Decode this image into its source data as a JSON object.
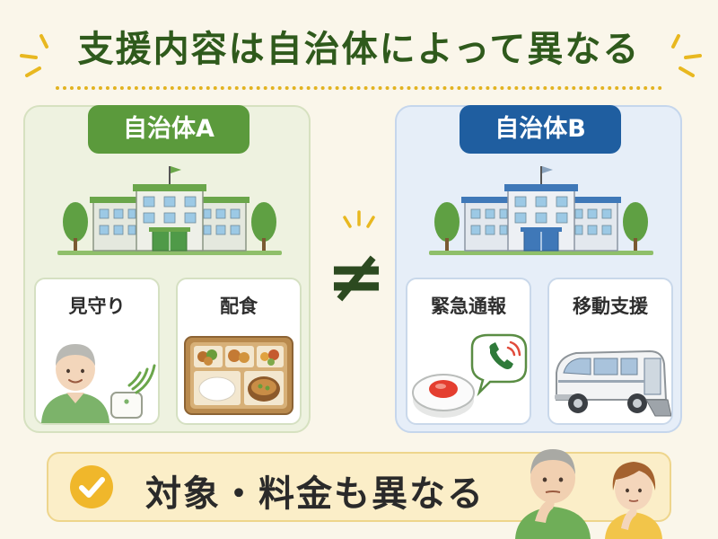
{
  "title": "支援内容は自治体によって異なる",
  "left": {
    "label": "自治体A",
    "color": "#5b9a3c",
    "services": [
      {
        "label": "見守り",
        "icon": "elderly-person-with-sensor-icon"
      },
      {
        "label": "配食",
        "icon": "meal-tray-icon"
      }
    ]
  },
  "right": {
    "label": "自治体B",
    "color": "#1f5ea0",
    "services": [
      {
        "label": "緊急通報",
        "icon": "emergency-call-button-icon"
      },
      {
        "label": "移動支援",
        "icon": "wheelchair-van-icon"
      }
    ]
  },
  "comparison_symbol": "≠",
  "footer": {
    "text": "対象・料金も異なる",
    "icon": "check-circle-icon"
  }
}
